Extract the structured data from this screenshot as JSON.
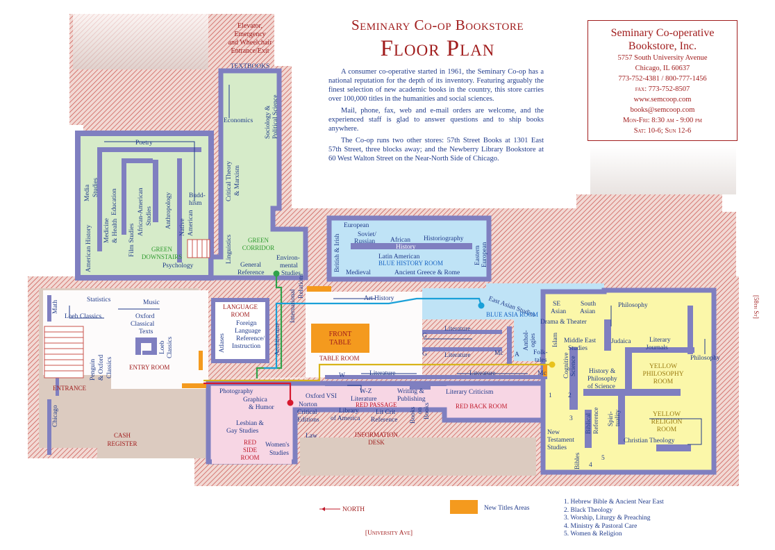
{
  "title": {
    "line1": "Seminary Co-op Bookstore",
    "line2": "Floor Plan"
  },
  "description": [
    "A consumer co-operative started in 1961, the Seminary Co-op has a national reputation for the depth of its inventory. Featuring arguably the finest selection of new academic books in the country, this store carries over 100,000 titles in the humanities and social sciences.",
    "Mail, phone, fax, web and e-mail orders are welcome, and the experienced staff is glad to answer questions and to ship books anywhere.",
    "The Co-op runs two other stores: 57th Street Books at 1301 East 57th Street, three blocks away; and the Newberry Library Bookstore at 60 West Walton Street on the Near-North Side of Chicago."
  ],
  "info": {
    "name1": "Seminary Co-operative",
    "name2": "Bookstore, Inc.",
    "address1": "5757 South University Avenue",
    "address2": "Chicago, IL 60637",
    "phone": "773-752-4381 / 800-777-1456",
    "fax": "fax: 773-752-8507",
    "web": "www.semcoop.com",
    "email": "books@semcoop.com",
    "hours1": "Mon-Fri: 8:30 am - 9:00 pm",
    "hours2": "Sat: 10-6;  Sun 12-6"
  },
  "streets": {
    "east": "[58th St]",
    "south": "[University Ave]"
  },
  "colors": {
    "wall": "#7f7fc0",
    "hatch": "#c8504a",
    "green": "#d6ebc9",
    "blue": "#bfe3f6",
    "pink": "#f7d6e4",
    "yellow": "#fbf7a9",
    "tan": "#dccbc0",
    "new_titles": "#f49a1e",
    "title_red": "#a01c1c",
    "label_blue": "#1f3a8a"
  },
  "rooms": {
    "elevator": [
      "Elevator,",
      "Emergency",
      "and Wheelchair",
      "Entrance/Exit"
    ],
    "textbooks": "TEXTBOOKS",
    "green_downstairs": [
      "GREEN",
      "DOWNSTAIRS"
    ],
    "green_corridor": [
      "GREEN",
      "CORRIDOR"
    ],
    "blue_history": "BLUE HISTORY ROOM",
    "blue_asia": "BLUE ASIA ROOM",
    "language_room": [
      "LANGUAGE",
      "ROOM"
    ],
    "entry_room": "ENTRY ROOM",
    "entrance": "ENTRANCE",
    "table_room": "TABLE ROOM",
    "front_table": [
      "FRONT",
      "TABLE"
    ],
    "cash_register": [
      "CASH",
      "REGISTER"
    ],
    "information_desk": [
      "INFORMATION",
      "DESK"
    ],
    "red_passage": "RED PASSAGE",
    "red_back": "RED BACK ROOM",
    "red_side": [
      "RED",
      "SIDE",
      "ROOM"
    ],
    "yellow_philosophy": [
      "YELLOW",
      "PHILOSOPHY",
      "ROOM"
    ],
    "yellow_religion": [
      "YELLOW",
      "RELIGION",
      "ROOM"
    ]
  },
  "sections": {
    "economics": "Economics",
    "sociology": [
      "Sociology &",
      "Political Science"
    ],
    "critical_theory": [
      "Critical Theory",
      "& Marxism"
    ],
    "linguistics": "Linguistics",
    "poetry": "Poetry",
    "media": [
      "Media",
      "Studies"
    ],
    "education": "Education",
    "african_american": [
      "African-American",
      "Studies"
    ],
    "anthropology": "Anthropology",
    "buddhism": [
      "Budd-",
      "hism"
    ],
    "native_american": [
      "Native",
      "American"
    ],
    "american_history": "American History",
    "medicine": [
      "Medicine",
      "& Health"
    ],
    "film": "Film Studies",
    "psychology": "Psychology",
    "general_reference": [
      "General",
      "Reference"
    ],
    "environmental": [
      "Environ-",
      "mental",
      "Studies"
    ],
    "international": [
      "International",
      "Relations"
    ],
    "european": "European",
    "soviet": [
      "Soviet/",
      "Russian"
    ],
    "african": "African",
    "historiography": "Historiography",
    "history": "History",
    "latin_american": "Latin American",
    "british": "British & Irish",
    "eastern_european": [
      "Eastern",
      "European"
    ],
    "medieval": "Medieval",
    "ancient": "Ancient Greece & Rome",
    "art_history": "Art History",
    "east_asian": "East Asian Studies",
    "se_asian": [
      "SE",
      "Asian"
    ],
    "south_asian": [
      "South",
      "Asian"
    ],
    "drama": "Drama & Theater",
    "literature": "Literature",
    "g": "G",
    "mc": "Mc",
    "a": "A",
    "w": "W",
    "anthologies": [
      "Anthol-",
      "ogies"
    ],
    "folktales": [
      "Folk-",
      "tales"
    ],
    "islam": "Islam",
    "math": "Math",
    "statistics": "Statistics",
    "music": "Music",
    "loeb_classics": "Loeb Classics",
    "oxford_classical": [
      "Oxford",
      "Classical",
      "Texts"
    ],
    "loeb_classics_v": [
      "Loeb",
      "Classics"
    ],
    "penguin": [
      "Penguin",
      "& Oxford",
      "Classics"
    ],
    "atlases": "Atlases",
    "foreign_language": [
      "Foreign",
      "Language",
      "Reference/",
      "Instruction"
    ],
    "architecture": "Architecture",
    "photography": "Photography",
    "graphica": [
      "Graphica",
      "& Humor"
    ],
    "chicago": "Chicago",
    "lesbian_gay": [
      "Lesbian &",
      "Gay Studies"
    ],
    "womens": [
      "Women's",
      "Studies"
    ],
    "law": "Law",
    "oxford_vsi": "Oxford VSI",
    "norton": [
      "Norton",
      "Critical",
      "Editions"
    ],
    "wz_literature": [
      "W-Z",
      "Literature"
    ],
    "library_of_america": [
      "Library",
      "of America"
    ],
    "lit_crit_ref": [
      "Lit Crit",
      "Reference"
    ],
    "writing": [
      "Writing &",
      "Publishing"
    ],
    "books_on_books": [
      "Books",
      "on",
      "Books"
    ],
    "literary_criticism": "Literary Criticism",
    "philosophy": "Philosophy",
    "judaica": "Judaica",
    "middle_east": [
      "Middle East",
      "Studies"
    ],
    "literary_journals": [
      "Literary",
      "Journals"
    ],
    "cognitive": [
      "Cognitive",
      "Science"
    ],
    "history_philosophy_science": [
      "History &",
      "Philosophy",
      "of Science"
    ],
    "biblical_reference": [
      "Biblical",
      "Reference"
    ],
    "spirituality": [
      "Spiri-",
      "tuality"
    ],
    "christian_theology": "Christian Theology",
    "new_testament": [
      "New",
      "Testament",
      "Studies"
    ],
    "bibles": "Bibles",
    "n1": "1",
    "n2": "2",
    "n3": "3",
    "n4": "4",
    "n5": "5"
  },
  "north": "NORTH",
  "new_titles": "New Titles Areas",
  "legend": [
    "1. Hebrew Bible & Ancient Near East",
    "2. Black Theology",
    "3. Worship, Liturgy & Preaching",
    "4. Ministry & Pastoral Care",
    "5. Women & Religion"
  ]
}
